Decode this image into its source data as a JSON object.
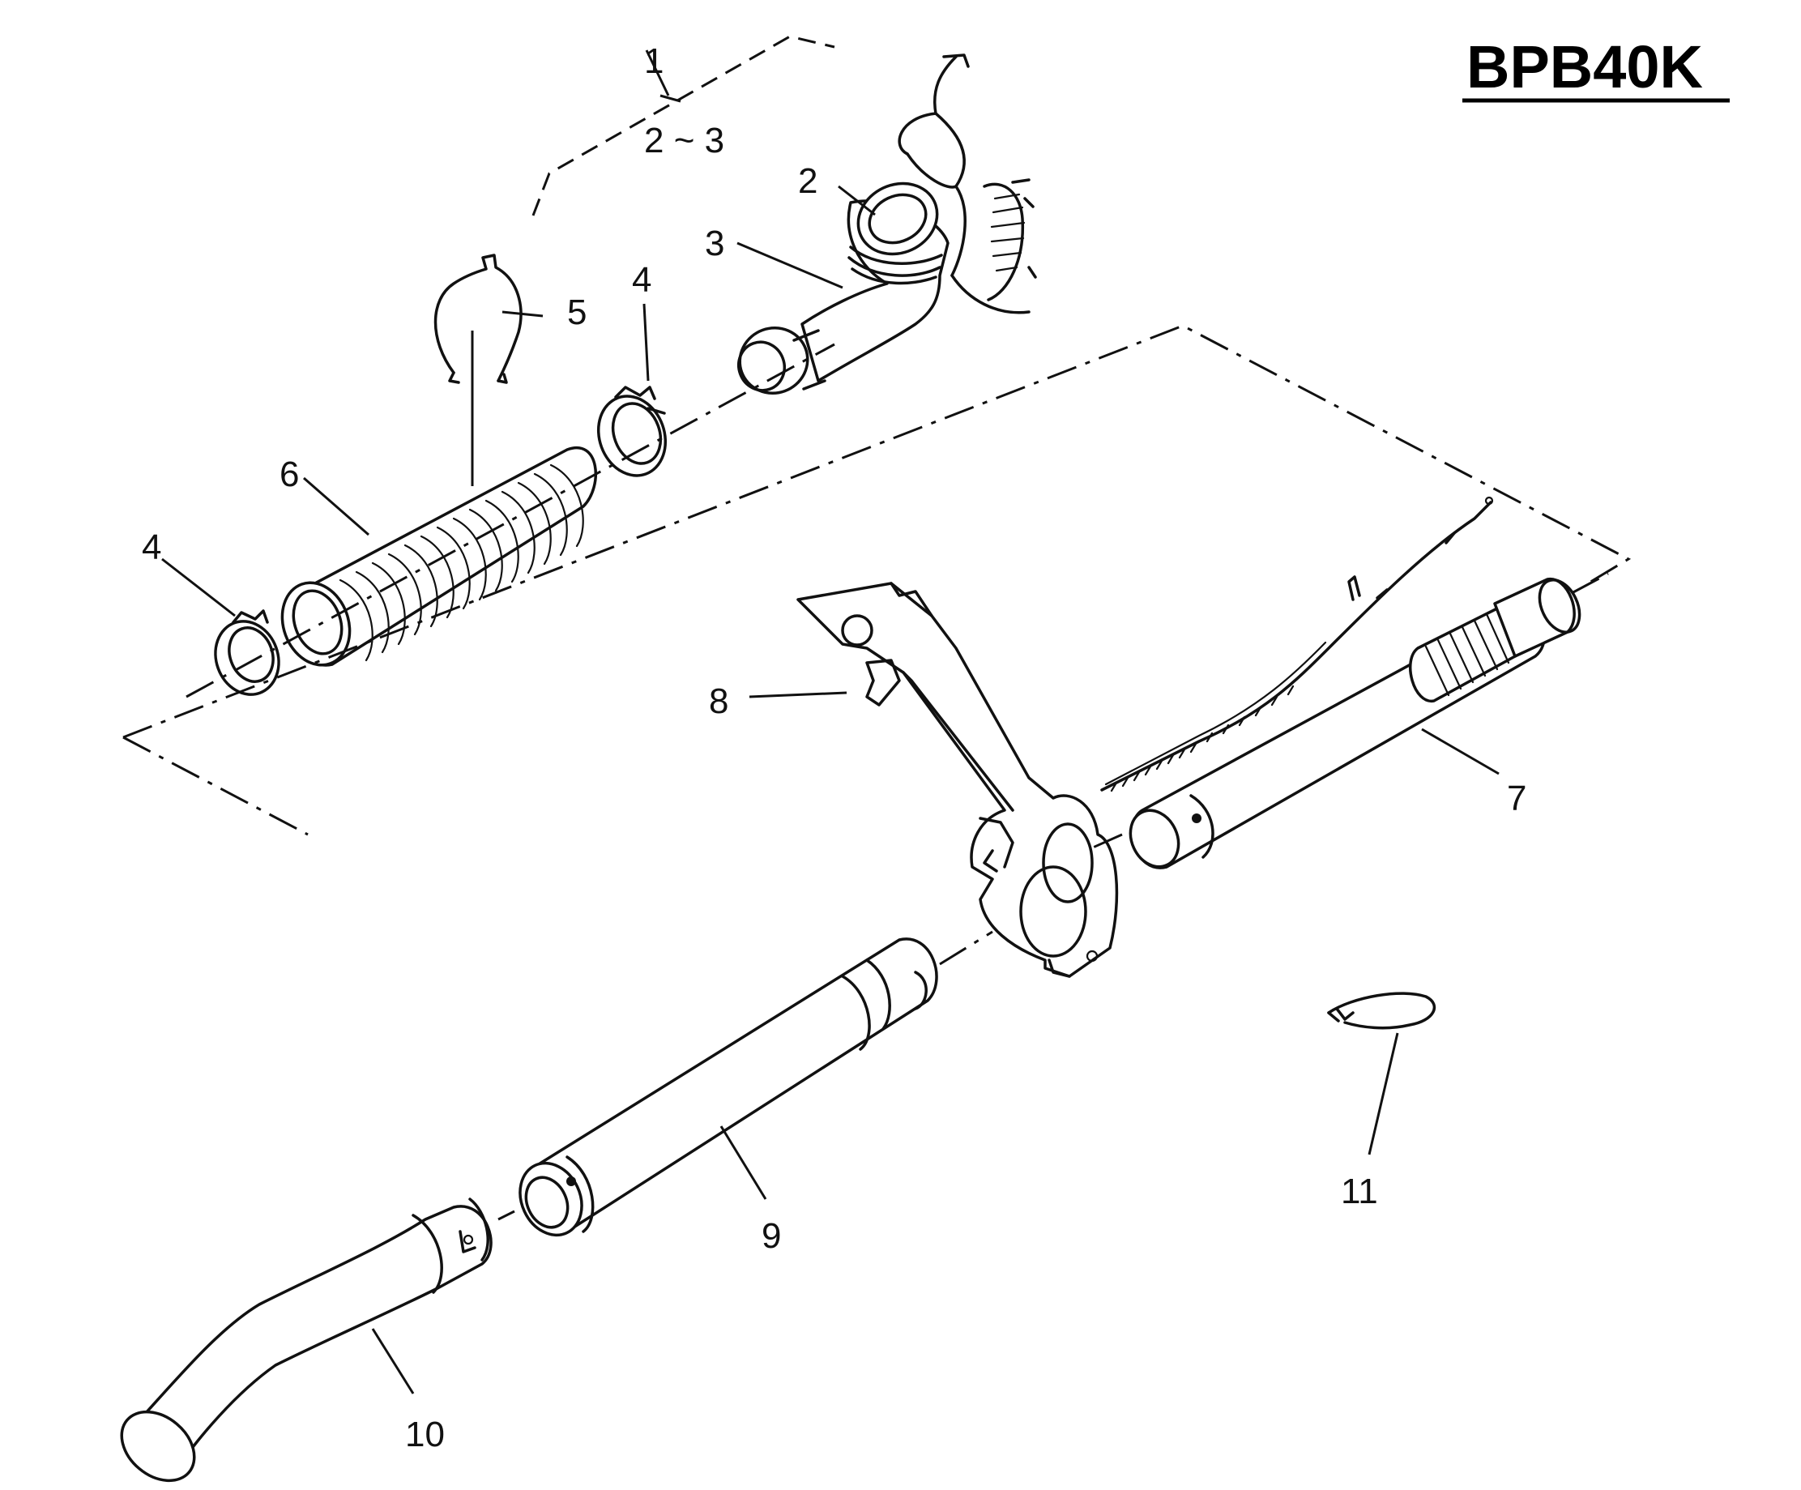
{
  "model": "BPB40K",
  "parts": [
    {
      "id": "part-1",
      "label": "1"
    },
    {
      "id": "part-2-3",
      "label": "2 ~ 3"
    },
    {
      "id": "part-2",
      "label": "2"
    },
    {
      "id": "part-3",
      "label": "3"
    },
    {
      "id": "part-4-right",
      "label": "4"
    },
    {
      "id": "part-5",
      "label": "5"
    },
    {
      "id": "part-6",
      "label": "6"
    },
    {
      "id": "part-4-left",
      "label": "4"
    },
    {
      "id": "part-7",
      "label": "7"
    },
    {
      "id": "part-8",
      "label": "8"
    },
    {
      "id": "part-9",
      "label": "9"
    },
    {
      "id": "part-10",
      "label": "10"
    },
    {
      "id": "part-11",
      "label": "11"
    }
  ]
}
